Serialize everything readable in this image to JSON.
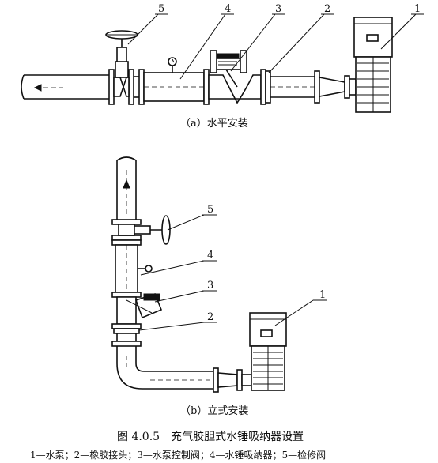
{
  "diagram_a": {
    "caption": "（a）水平安装",
    "labels": [
      "5",
      "4",
      "3",
      "2",
      "1"
    ]
  },
  "diagram_b": {
    "caption": "（b）立式安装",
    "labels": [
      "5",
      "4",
      "3",
      "2",
      "1"
    ]
  },
  "figure": {
    "title": "图 4.0.5　充气胶胆式水锤吸纳器设置",
    "legend": "1—水泵；2—橡胶接头；3—水泵控制阀；4—水锤吸纳器；5—检修阀"
  }
}
